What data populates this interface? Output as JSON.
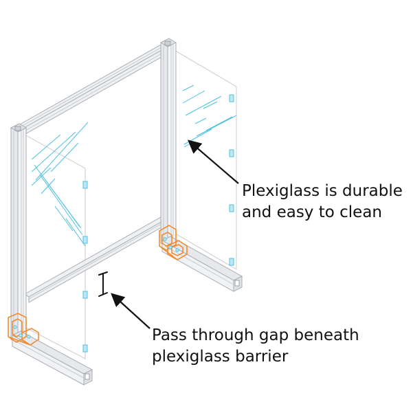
{
  "callouts": {
    "plexiglass": {
      "line1": "Plexiglass is durable",
      "line2": "and easy to clean"
    },
    "gap": {
      "line1": "Pass through gap beneath",
      "line2": "plexiglass barrier"
    }
  },
  "colors": {
    "frame": "#a9adb3",
    "frame_fill": "#e9ebee",
    "glass_edge": "#cfcfcf",
    "glass_reflection": "#4cc0df",
    "clip": "#4cc0df",
    "bracket": "#f28a2e",
    "arrow": "#111111",
    "text": "#111111"
  }
}
